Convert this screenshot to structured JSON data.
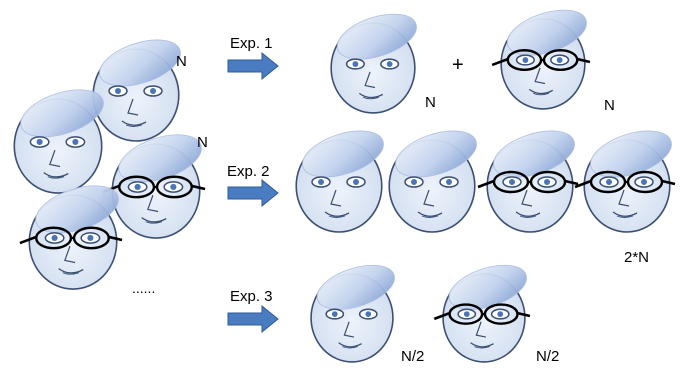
{
  "colors": {
    "face_fill": "#dde7f5",
    "face_stroke": "#3b4f72",
    "hair_light": "#c9d7ee",
    "hair_dark": "#6f8fc4",
    "eye_fill": "#4a74b8",
    "arrow_fill": "#4a7cc2",
    "arrow_stroke": "#2e5a99",
    "glasses": "#000000"
  },
  "group_labels": {
    "top_right": "N",
    "middle_right": "N",
    "ellipsis": "......"
  },
  "experiments": [
    {
      "label": "Exp. 1",
      "counts": [
        "N",
        "N"
      ],
      "operator": "+"
    },
    {
      "label": "Exp. 2",
      "count": "2*N"
    },
    {
      "label": "Exp. 3",
      "counts": [
        "N/2",
        "N/2"
      ]
    }
  ]
}
